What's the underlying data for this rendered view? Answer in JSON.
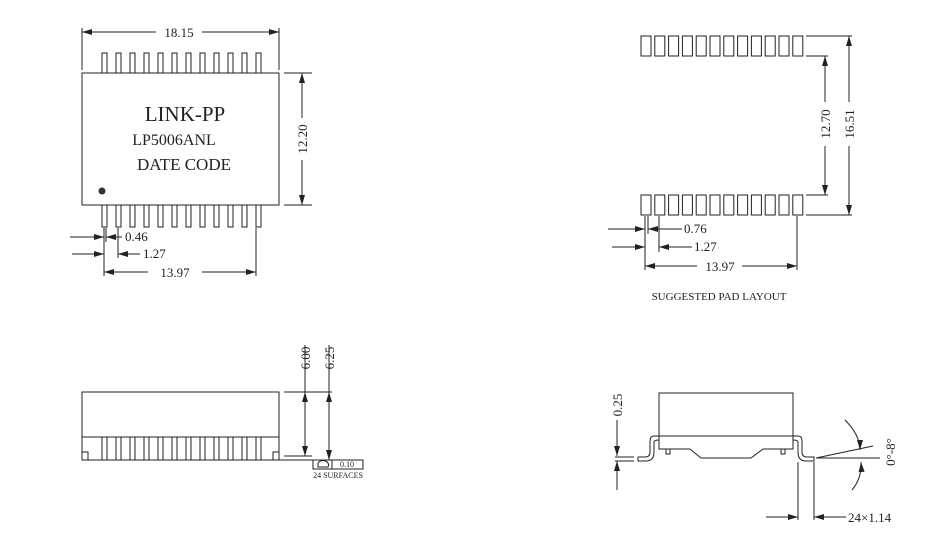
{
  "top_view": {
    "brand": "LINK-PP",
    "part_number": "LP5006ANL",
    "date_code": "DATE CODE",
    "dim_width": "18.15",
    "dim_height": "12.20",
    "dim_lead_width": "0.46",
    "dim_pitch": "1.27",
    "dim_span": "13.97",
    "pins_per_side": 12
  },
  "pad_layout": {
    "title": "SUGGESTED PAD LAYOUT",
    "dim_inner": "12.70",
    "dim_outer": "16.51",
    "dim_pad_width": "0.76",
    "dim_pitch": "1.27",
    "dim_span": "13.97",
    "pads_per_side": 12
  },
  "side_view": {
    "dim_body": "6.00",
    "dim_total": "6.25",
    "flatness_value": "0.10",
    "flatness_note": "24 SURFACES"
  },
  "profile_view": {
    "dim_standoff": "0.25",
    "dim_angle": "0°-8°",
    "dim_lead": "24×1.14"
  }
}
